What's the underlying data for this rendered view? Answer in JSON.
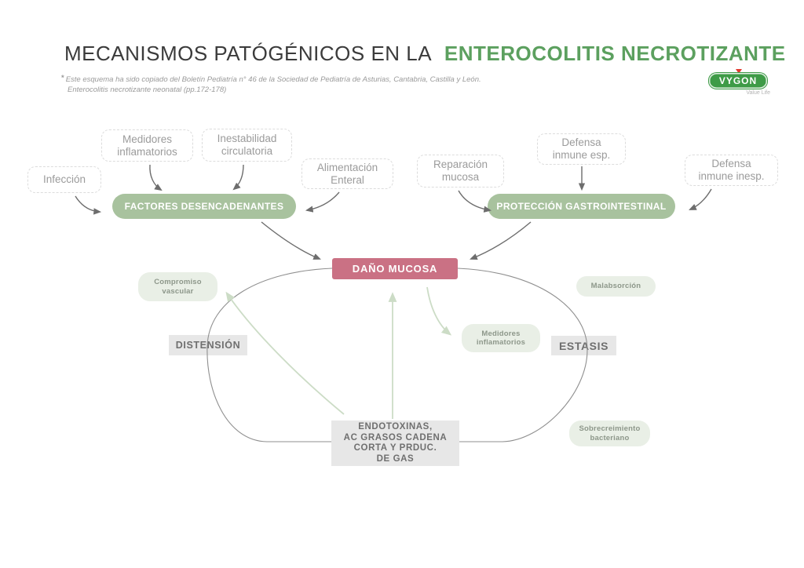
{
  "title": {
    "prefix": "MECANISMOS PATÓGÉNICOS EN LA",
    "highlight": "ENTEROCOLITIS NECROTIZANTE"
  },
  "footnote": {
    "marker": "*",
    "line1": "Este esquema ha sido copiado del Boletín Pediatría n° 46 de la Sociedad de Pediatría de Asturias, Cantabria, Castilla y León.",
    "line2": "Enterocolitis necrotizante neonatal (pp.172-178)"
  },
  "logo": {
    "brand": "VYGON",
    "tagline": "Value Life"
  },
  "diagram": {
    "dashed_nodes": [
      {
        "id": "infeccion",
        "label": "Infección"
      },
      {
        "id": "medidores-inflamatorios",
        "label": "Medidores\ninflamatorios"
      },
      {
        "id": "inestabilidad-circulatoria",
        "label": "Inestabilidad\ncirculatoria"
      },
      {
        "id": "alimentacion-enteral",
        "label": "Alimentación\nEnteral"
      },
      {
        "id": "reparacion-mucosa",
        "label": "Reparación\nmucosa"
      },
      {
        "id": "defensa-inmune-esp",
        "label": "Defensa\ninmune esp."
      },
      {
        "id": "defensa-inmune-inesp",
        "label": "Defensa\ninmune inesp."
      }
    ],
    "category_pills": [
      {
        "id": "factores-desencadenantes",
        "label": "FACTORES DESENCADENANTES"
      },
      {
        "id": "proteccion-gastrointestinal",
        "label": "PROTECCIÓN GASTROINTESTINAL"
      }
    ],
    "damage_node": {
      "label": "DAÑO MUCOSA"
    },
    "cycle_nodes": [
      {
        "id": "distension",
        "label": "DISTENSIÓN"
      },
      {
        "id": "estasis",
        "label": "ESTASIS"
      },
      {
        "id": "endotoxinas",
        "label": "ENDOTOXINAS,\nAC GRASOS CADENA\nCORTA Y PRDUC.\nDE GAS"
      }
    ],
    "effect_pills": [
      {
        "id": "compromiso-vascular",
        "label": "Compromiso\nvascular"
      },
      {
        "id": "malabsorcion",
        "label": "Malabsorción"
      },
      {
        "id": "medidores-inflamatorios-2",
        "label": "Medidores\ninflamatorios"
      },
      {
        "id": "sobrecreimiento-bacteriano",
        "label": "Sobrecreimiento\nbacteriano"
      }
    ]
  },
  "colors": {
    "title_text": "#3b3b3b",
    "title_green": "#5ca05f",
    "footnote_text": "#9a9a9a",
    "dashed_border": "#dcdcdc",
    "dashed_text": "#9b9b9b",
    "green_pill_bg": "#a8c29e",
    "pill_text": "#ffffff",
    "damage_bg": "#ca7184",
    "gray_box_bg": "#e7e7e7",
    "gray_box_text": "#6f6f6f",
    "soft_pill_bg": "#e9efe6",
    "soft_pill_text": "#8d978a",
    "arrow_dark": "#6d6d6d",
    "arrow_green": "#ccdcc6",
    "loop_line": "#8f8f8f",
    "logo_green": "#3e9b47",
    "logo_red": "#e23b30",
    "logo_tagline": "#b3b3b3"
  }
}
